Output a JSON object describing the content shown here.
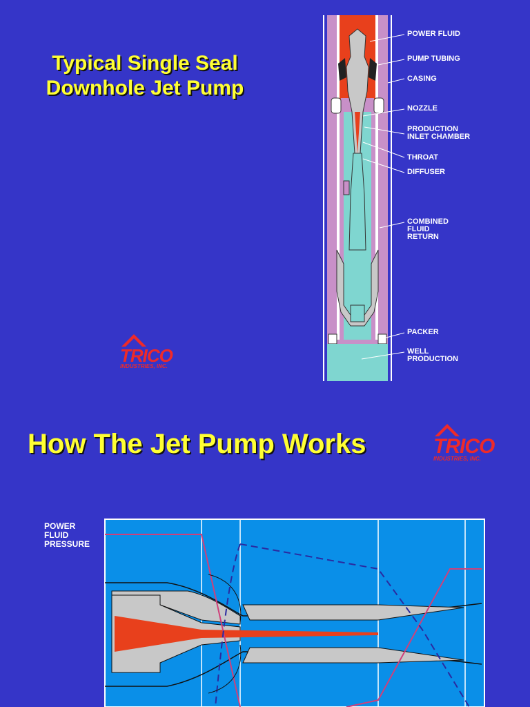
{
  "slide1": {
    "title_line1": "Typical Single Seal",
    "title_line2": "Downhole Jet Pump",
    "callouts": [
      {
        "id": "power-fluid",
        "text": "POWER FLUID"
      },
      {
        "id": "pump-tubing",
        "text": "PUMP TUBING"
      },
      {
        "id": "casing",
        "text": "CASING"
      },
      {
        "id": "nozzle",
        "text": "NOZZLE"
      },
      {
        "id": "production-inlet-chamber",
        "text": "PRODUCTION\nINLET CHAMBER"
      },
      {
        "id": "throat",
        "text": "THROAT"
      },
      {
        "id": "diffuser",
        "text": "DIFFUSER"
      },
      {
        "id": "combined-fluid-return",
        "text": "COMBINED\nFLUID\nRETURN"
      },
      {
        "id": "packer",
        "text": "PACKER"
      },
      {
        "id": "well-production",
        "text": "WELL\nPRODUCTION"
      }
    ],
    "logo": {
      "word": "TRICO",
      "sub": "INDUSTRIES, INC."
    }
  },
  "slide2": {
    "title": "How The Jet Pump Works",
    "logo": {
      "word": "TRICO",
      "sub": "INDUSTRIES, INC."
    },
    "pressure_label": "POWER\nFLUID\nPRESSURE"
  },
  "colors": {
    "background": "#3535c8",
    "title": "#ffff33",
    "power_fluid": "#e8401c",
    "production_fluid": "#7fd6d0",
    "annulus": "#c890c8",
    "steel": "#c8c8c8",
    "diagram_bg": "#0a8fe8",
    "pressure_line": "#d0407a",
    "dashed_line": "#2a2aa0",
    "logo": "#ee2a2a"
  }
}
